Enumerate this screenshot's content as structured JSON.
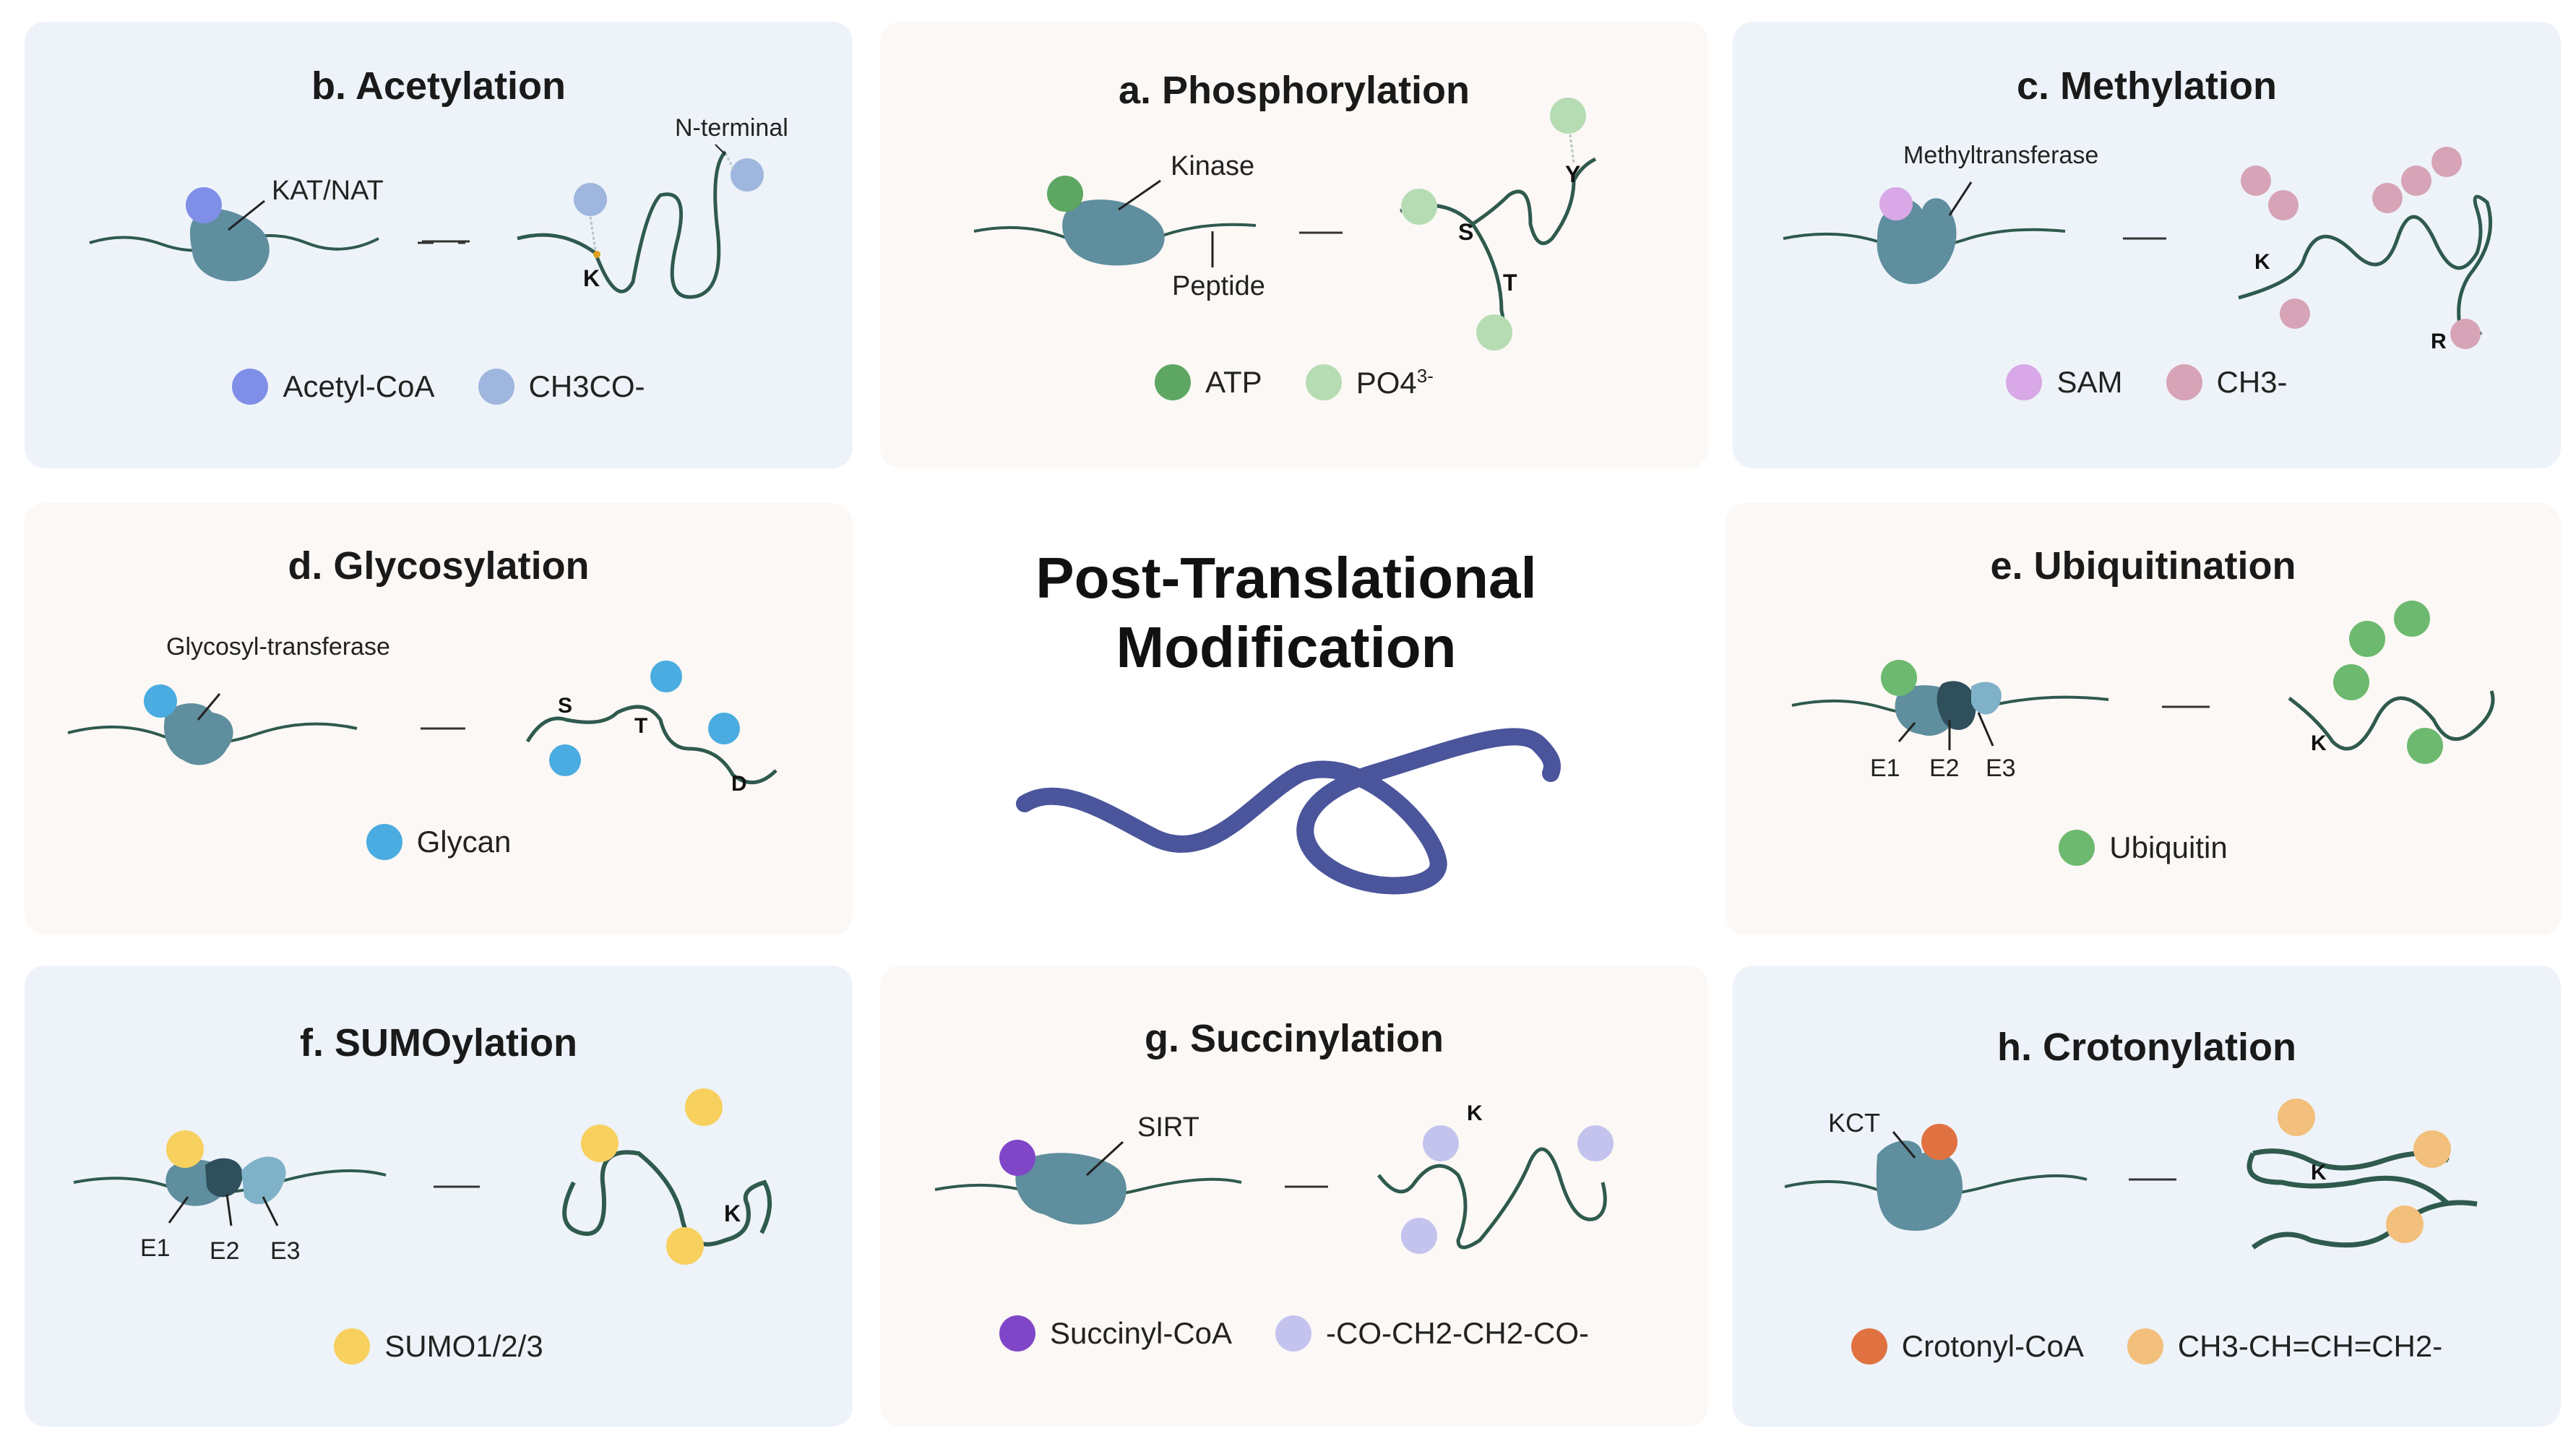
{
  "center": {
    "title_line1": "Post-Translational",
    "title_line2": "Modification"
  },
  "colors": {
    "blue_panel": "#eef3f9",
    "cream_panel": "#fcf8f5",
    "enzyme": "#5f8e9e",
    "enzyme_light": "#7fb2c8",
    "peptide": "#2f5a4e",
    "center_protein": "#4a559b"
  },
  "panels": {
    "acetylation": {
      "title": "b. Acetylation",
      "enzyme": "KAT/NAT",
      "n_terminal": "N-terminal",
      "site_k": "K",
      "legend": [
        {
          "label": "Acetyl-CoA",
          "color": "#7f8fe8"
        },
        {
          "label": "CH3CO-",
          "color": "#9fb6de"
        }
      ]
    },
    "phosphorylation": {
      "title": "a. Phosphorylation",
      "enzyme": "Kinase",
      "substrate": "Peptide",
      "site_s": "S",
      "site_t": "T",
      "site_y": "Y",
      "legend": [
        {
          "label": "ATP",
          "color": "#5ea763"
        },
        {
          "label": "PO4",
          "sup": "3-",
          "color": "#b6dcb4"
        }
      ]
    },
    "methylation": {
      "title": "c. Methylation",
      "enzyme": "Methyltransferase",
      "site_k": "K",
      "site_r": "R",
      "legend": [
        {
          "label": "SAM",
          "color": "#d9a8e6"
        },
        {
          "label": "CH3-",
          "color": "#d6a4b6"
        }
      ]
    },
    "glycosylation": {
      "title": "d. Glycosylation",
      "enzyme": "Glycosyl-transferase",
      "site_s": "S",
      "site_t": "T",
      "site_d": "D",
      "legend": [
        {
          "label": "Glycan",
          "color": "#4aace0"
        }
      ]
    },
    "ubiquitination": {
      "title": "e. Ubiquitination",
      "e1": "E1",
      "e2": "E2",
      "e3": "E3",
      "site_k": "K",
      "legend": [
        {
          "label": "Ubiquitin",
          "color": "#6cb96f"
        }
      ]
    },
    "sumoylation": {
      "title": "f. SUMOylation",
      "e1": "E1",
      "e2": "E2",
      "e3": "E3",
      "site_k": "K",
      "legend": [
        {
          "label": "SUMO1/2/3",
          "color": "#f7d05e"
        }
      ]
    },
    "succinylation": {
      "title": "g. Succinylation",
      "enzyme": "SIRT",
      "site_k": "K",
      "legend": [
        {
          "label": "Succinyl-CoA",
          "color": "#8046c8"
        },
        {
          "label": "-CO-CH2-CH2-CO-",
          "color": "#c3c3ee"
        }
      ]
    },
    "crotonylation": {
      "title": "h. Crotonylation",
      "enzyme": "KCT",
      "site_k": "K",
      "legend": [
        {
          "label": "Crotonyl-CoA",
          "color": "#e07242"
        },
        {
          "label": "CH3-CH=CH=CH2-",
          "color": "#f2c07c"
        }
      ]
    }
  }
}
